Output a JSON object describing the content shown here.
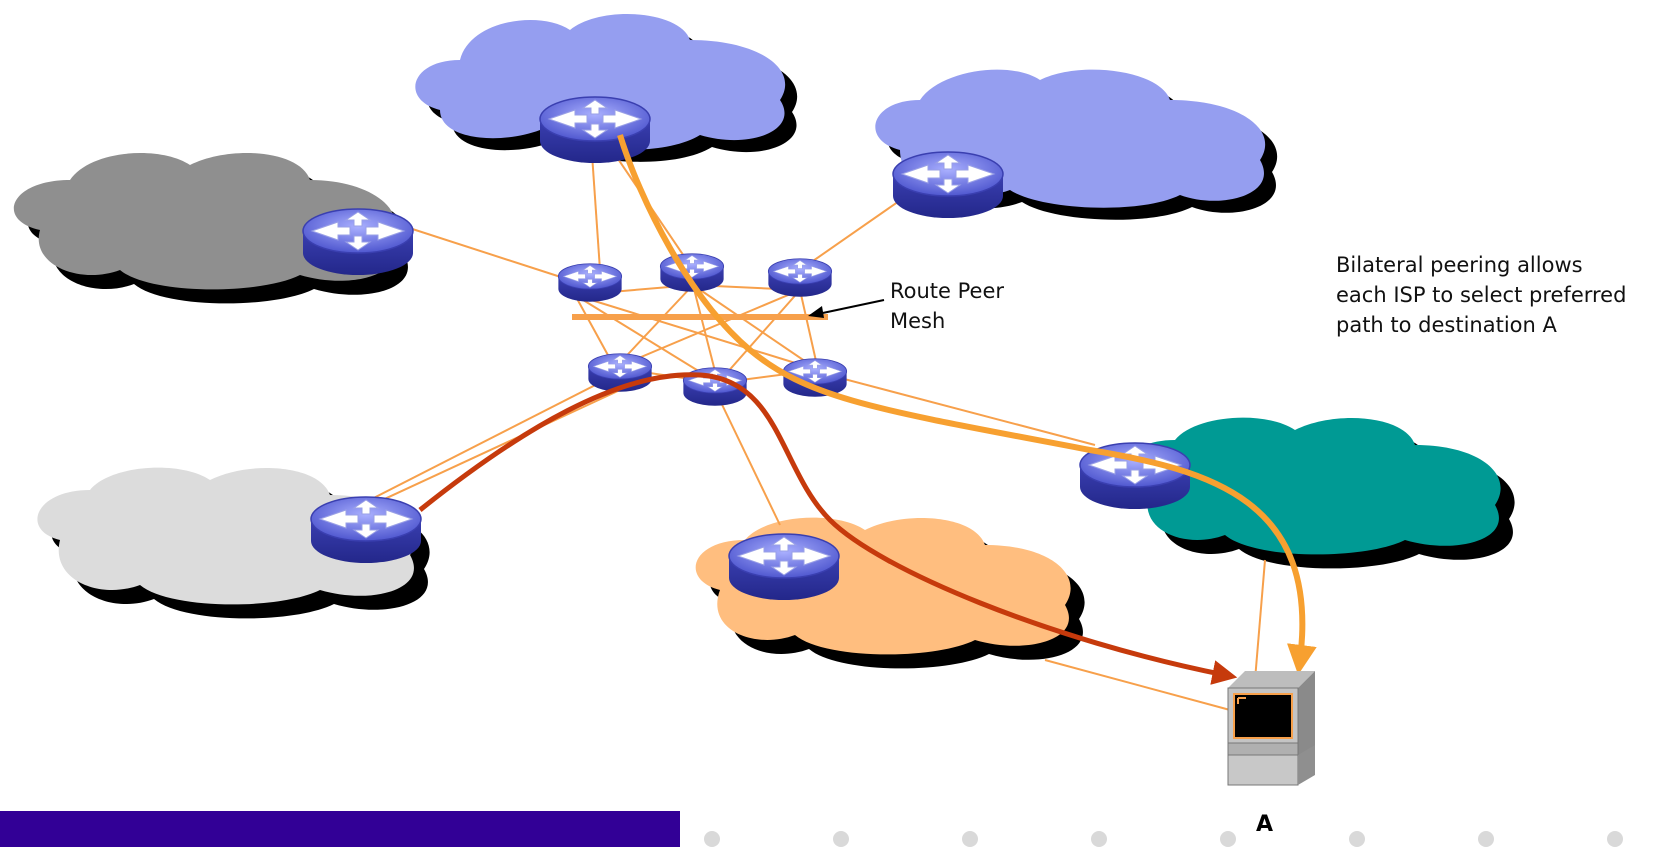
{
  "labels": {
    "mesh_line1": "Route Peer",
    "mesh_line2": "Mesh",
    "note_line1": "Bilateral peering allows",
    "note_line2": "each ISP to select preferred",
    "note_line3": "path to destination A",
    "destination": "A"
  },
  "colors": {
    "footer_bar": "#320096",
    "link": "#f7a04b",
    "preferred_path_orange": "#f7a030",
    "preferred_path_red": "#c63a0c",
    "cloud_blue": "#959ef0",
    "cloud_gray": "#8f8f8f",
    "cloud_lightgray": "#dcdcdc",
    "cloud_teal": "#009a94",
    "cloud_peach": "#ffbe7f",
    "router": "#5b63d6"
  },
  "icons": [
    "router-icon",
    "cloud-icon",
    "computer-icon",
    "arrow-icon"
  ]
}
